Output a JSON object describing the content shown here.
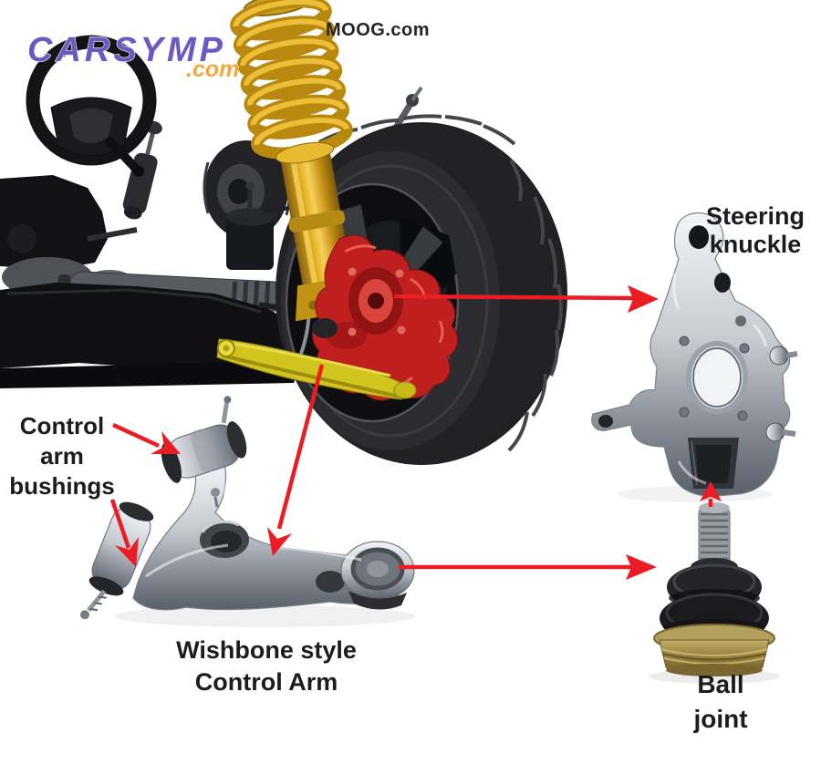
{
  "branding": {
    "logo_text": "CARSYMP",
    "logo_suffix": ".com",
    "logo_text_color": "#6a5bc2",
    "logo_suffix_color": "#f4a73b",
    "watermark": "MOOG.com",
    "watermark_color": "#242424"
  },
  "callouts": {
    "steering_knuckle": {
      "lines": [
        "Steering",
        "knuckle"
      ]
    },
    "control_arm_bushings": {
      "lines": [
        "Control",
        "arm",
        "bushings"
      ]
    },
    "wishbone_control_arm": {
      "lines": [
        "Wishbone style",
        "Control Arm"
      ]
    },
    "ball_joint": {
      "lines": [
        "Ball",
        "joint"
      ]
    }
  },
  "colors": {
    "arrow_red": "#ec1c24",
    "knuckle_red": "#bf1f1f",
    "control_arm_yellow": "#d2c41e",
    "strut_gold": "#dca31c",
    "label_text": "#1c1c1c",
    "background": "#ffffff"
  }
}
